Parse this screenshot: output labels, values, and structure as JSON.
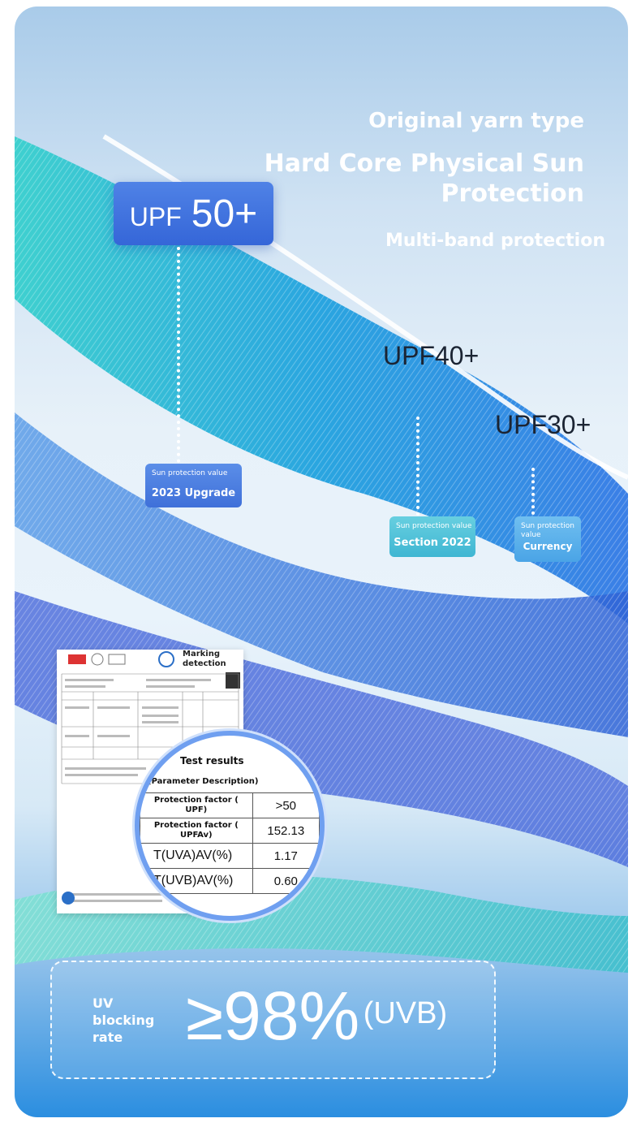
{
  "headline": {
    "line1": "Original yarn type",
    "line2a": "Hard Core Physical Sun",
    "line2b": "Protection",
    "line3": "Multi-band protection"
  },
  "badge": {
    "prefix": "UPF",
    "value": "50+"
  },
  "levels": [
    {
      "label": "UPF40+"
    },
    {
      "label": "UPF30+"
    }
  ],
  "tags": [
    {
      "small": "Sun protection value",
      "big": "2023 Upgrade"
    },
    {
      "small": "Sun protection value",
      "big": "Section 2022"
    },
    {
      "small": "Sun protection value",
      "big": "Currency"
    }
  ],
  "report": {
    "header": "Marking detection",
    "test_title": "Test results",
    "param_title": "(Parameter Description)",
    "rows": [
      {
        "key": "Protection factor ( UPF)",
        "value": ">50"
      },
      {
        "key": "Protection factor ( UPFAv)",
        "value": "152.13"
      },
      {
        "key": "T(UVA)AV(%)",
        "value": "1.17"
      },
      {
        "key": "T(UVB)AV(%)",
        "value": "0.60"
      }
    ]
  },
  "uv": {
    "label": "UV blocking rate",
    "value": "≥98%",
    "unit": "(UVB)"
  },
  "colors": {
    "accent": "#3f70d9",
    "teal": "#3fb6d2",
    "sky": "#4aa4e6"
  }
}
